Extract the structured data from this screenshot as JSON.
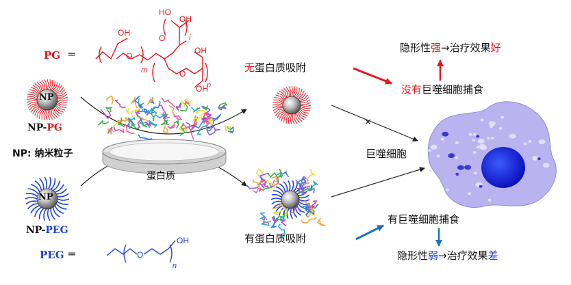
{
  "colors": {
    "red": "#e8141b",
    "blue": "#1f3fd6",
    "arrow_red": "#e8141b",
    "arrow_blue": "#1a72c4",
    "cell": "#b9b4f0",
    "nucleus": "#1f1fd6"
  },
  "left": {
    "pg_label": "PG",
    "equals": "═",
    "np_core_label": "NP",
    "np_pg_prefix": "NP-",
    "np_pg_suffix": "PG",
    "np_legend": "NP: 纳米粒子",
    "np_peg_prefix": "NP-",
    "np_peg_suffix": "PEG",
    "peg_label": "PEG"
  },
  "pg_structure": {
    "oh_labels": [
      "OH",
      "HO",
      "OH",
      "OH",
      "OH"
    ],
    "sub_labels": [
      "m",
      "i",
      "n"
    ],
    "o_labels": [
      "O",
      "O",
      "O"
    ]
  },
  "peg_structure": {
    "o_label": "O",
    "oh_label": "OH",
    "sub_label": "n"
  },
  "center": {
    "protein_label": "蛋白质"
  },
  "right": {
    "no_adsorb_prefix": "无",
    "no_adsorb_rest": "蛋白质吸附",
    "with_adsorb": "有蛋白质吸附",
    "macrophage": "巨噬细胞",
    "top_result_a": "隐形性",
    "top_result_strong": "强",
    "top_result_b": "→治疗效果",
    "top_result_good": "好",
    "no_phago_prefix": "没有",
    "no_phago_rest": "巨噬细胞捕食",
    "has_phago": "有巨噬细胞捕食",
    "bot_result_a": "隐形性",
    "bot_result_weak": "弱",
    "bot_result_b": "→治疗效果",
    "bot_result_bad": "差",
    "blocked_mark": "✕"
  }
}
